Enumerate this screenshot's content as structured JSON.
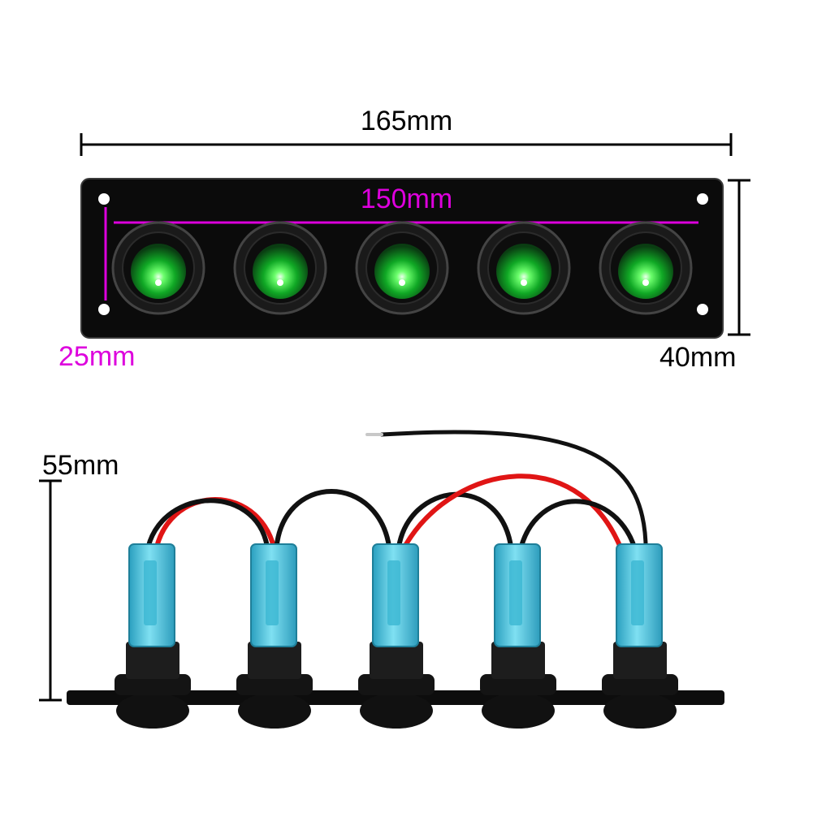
{
  "dimensions": {
    "overall_width": "165mm",
    "hole_spacing": "150mm",
    "inner_height": "25mm",
    "overall_height": "40mm",
    "depth": "55mm"
  },
  "panel": {
    "switch_count": 5,
    "led_color": "#22e048",
    "panel_color": "#0b0b0b",
    "connector_color": "#5fd0e6",
    "wire_colors": [
      "#e01515",
      "#111111"
    ]
  },
  "colors": {
    "accent_magenta": "#dd00dd",
    "dimension_black": "#000000"
  }
}
